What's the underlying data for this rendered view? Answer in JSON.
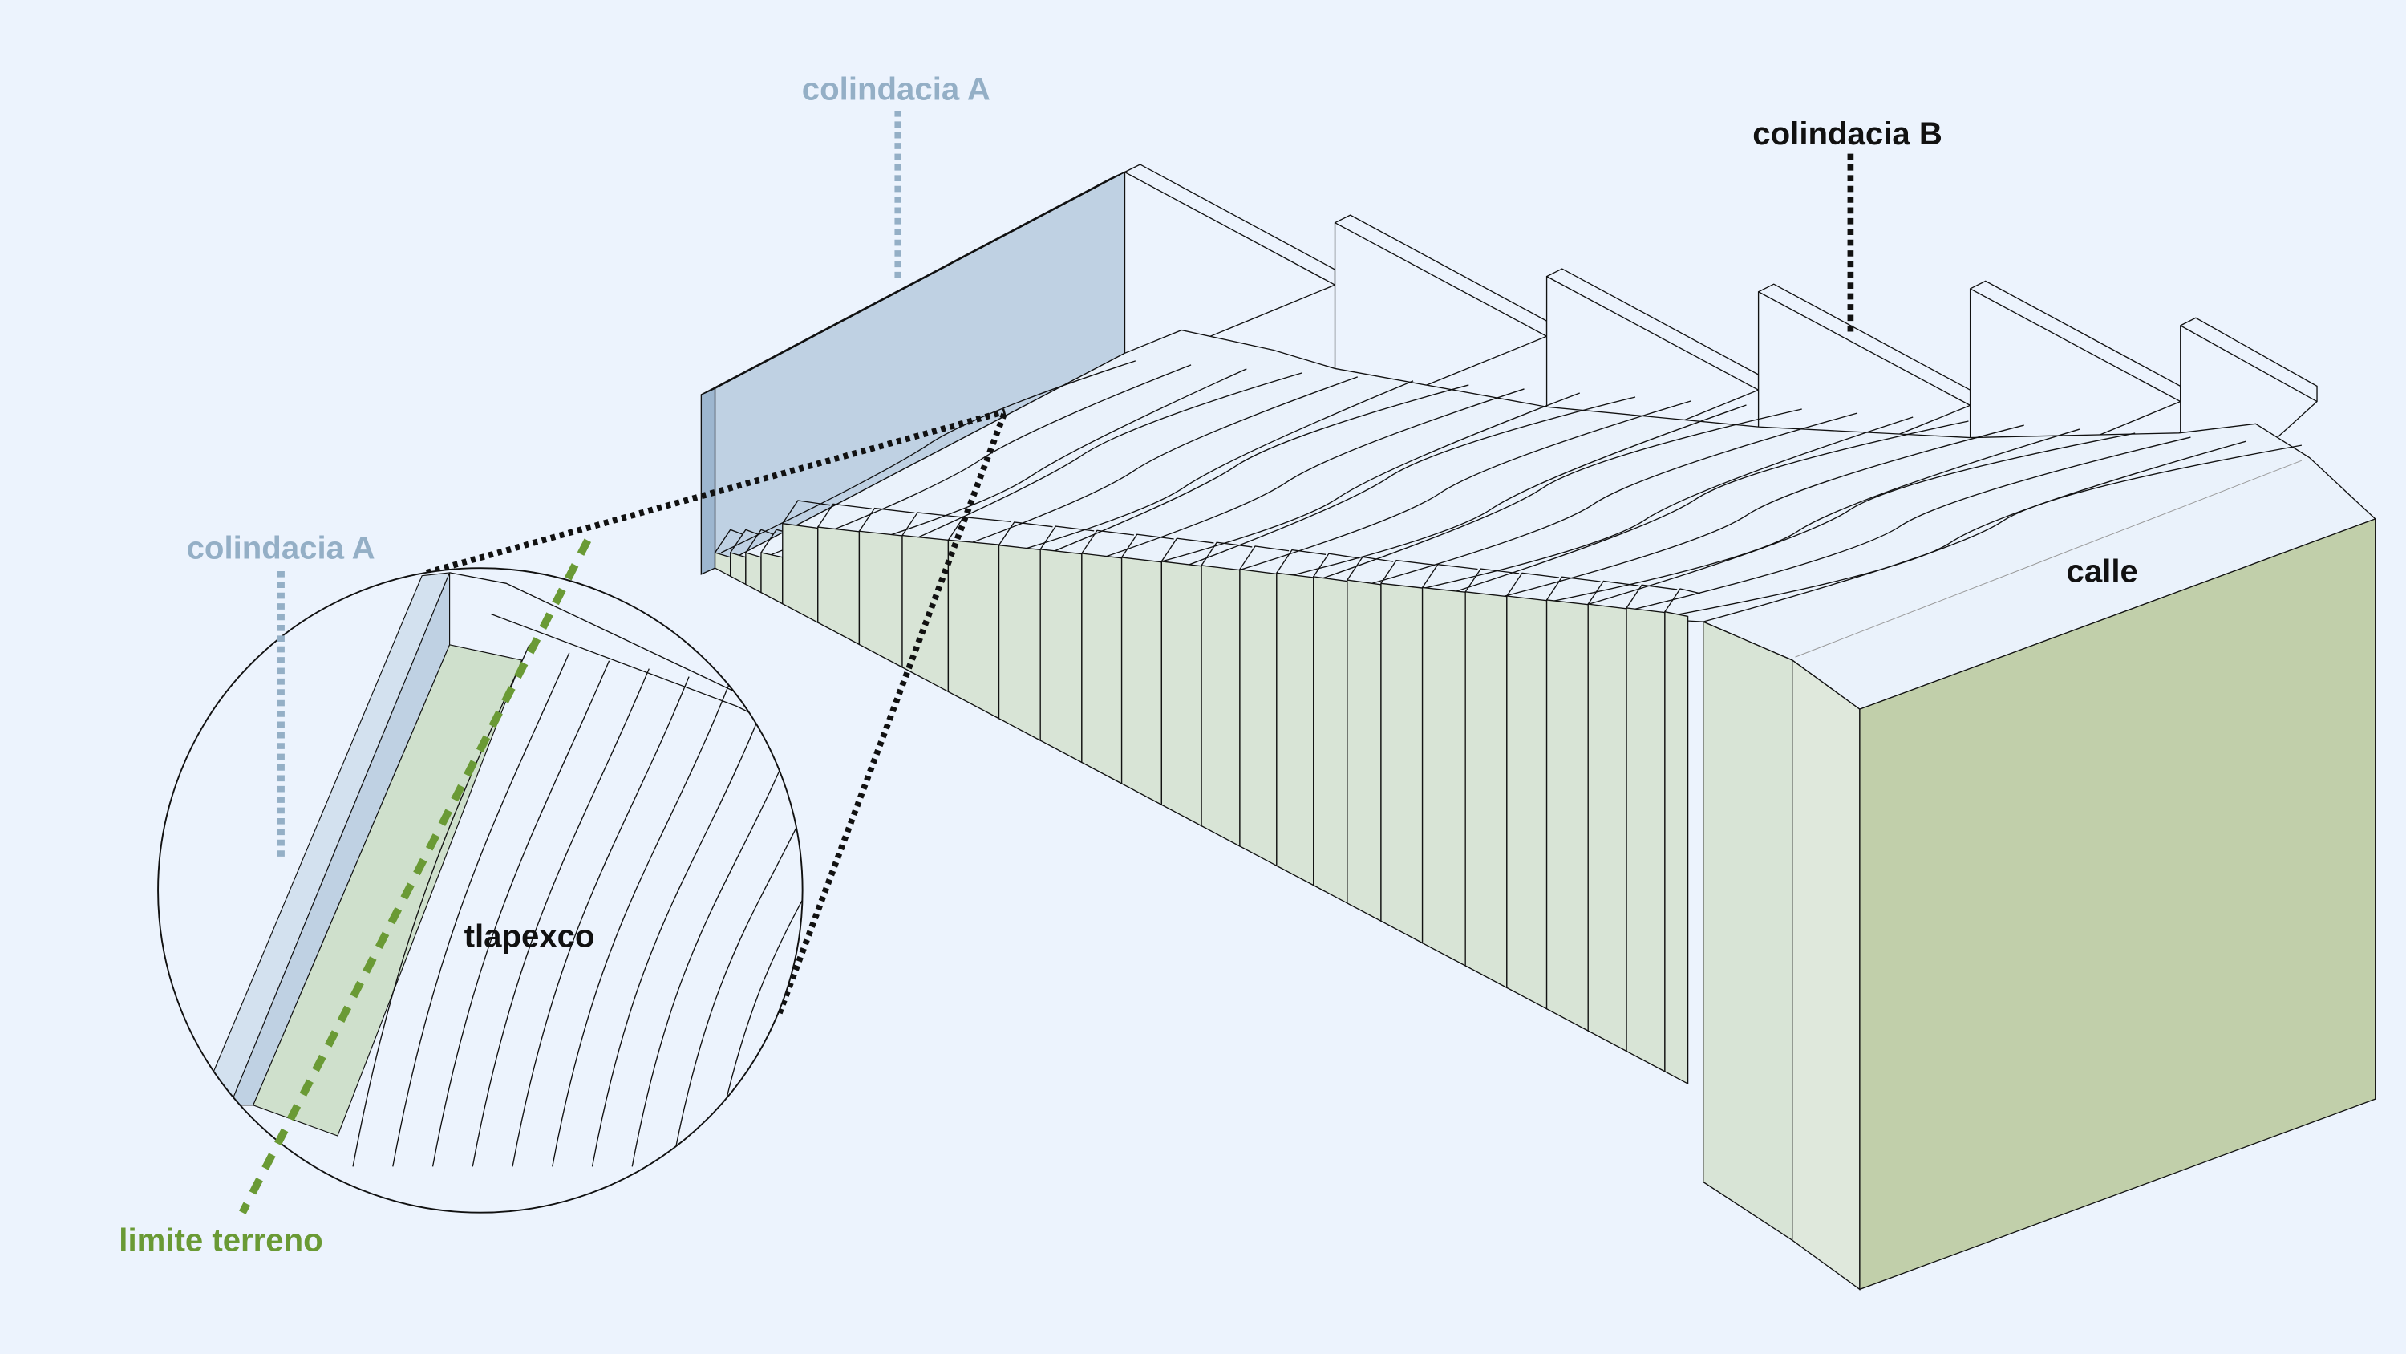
{
  "labels": {
    "colindancia_a_top": "colindacia A",
    "colindancia_b": "colindacia B",
    "colindancia_a_zoom": "colindacia A",
    "limite_terreno": "limite terreno",
    "tlapexco": "tlapexco",
    "calle": "calle"
  },
  "colors": {
    "background": "#ecf3fd",
    "colindancia_a": "#94afc6",
    "wall_blue": "#bfd1e3",
    "limite": "#6a9a35",
    "slice_face": "#d8e4d6",
    "street_face": "#c1cfaa",
    "text_dark": "#111111"
  }
}
